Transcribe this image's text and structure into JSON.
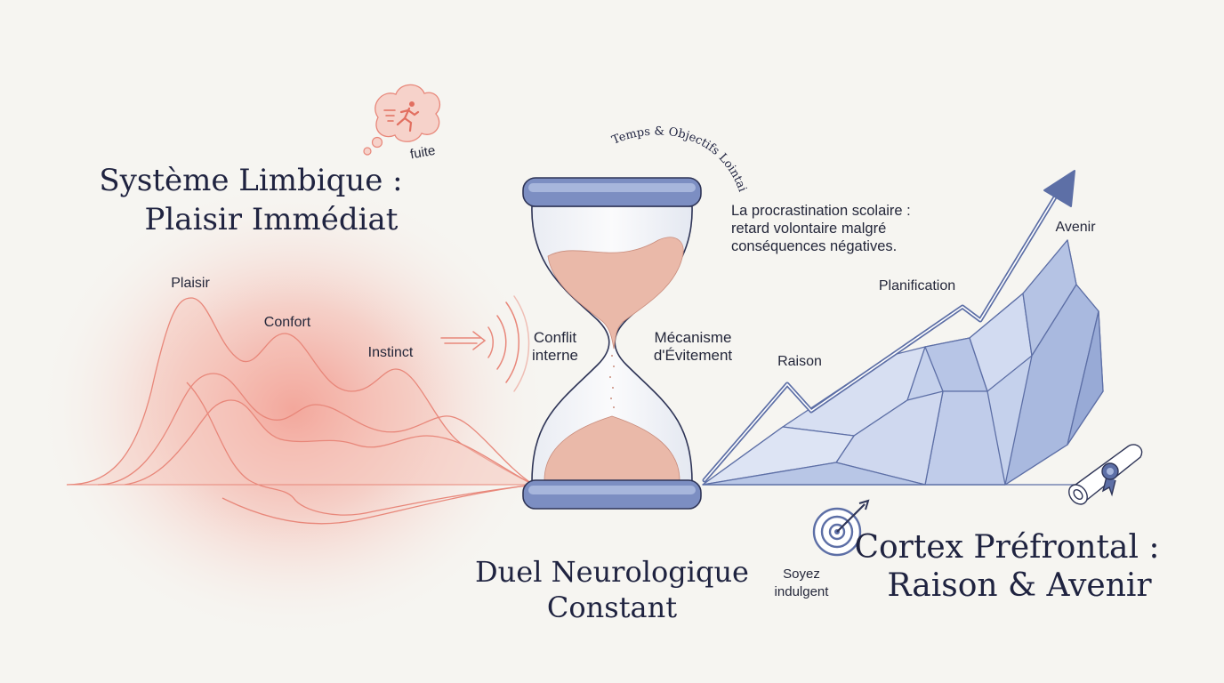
{
  "limbic": {
    "title_line1": "Système Limbique :",
    "title_line2": "Plaisir Immédiat",
    "labels": [
      "Plaisir",
      "Confort",
      "Instinct"
    ],
    "thought_label": "fuite"
  },
  "center": {
    "arc_label": "Temps & Objectifs Lointains",
    "definition": [
      "La procrastination scolaire :",
      "retard volontaire malgré",
      "conséquences négatives."
    ],
    "left_label": [
      "Conflit",
      "interne"
    ],
    "right_label": [
      "Mécanisme",
      "d'Évitement"
    ],
    "title_line1": "Duel Neurologique",
    "title_line2": "Constant"
  },
  "cortex": {
    "labels": [
      "Avenir",
      "Planification",
      "Raison"
    ],
    "target_caption": [
      "Soyez",
      "indulgent"
    ],
    "title_line1": "Cortex Préfrontal :",
    "title_line2": "Raison & Avenir"
  },
  "colors": {
    "limbic": "#ef8c80",
    "cortex": "#5d6fa6",
    "sand": "#e9b8a8",
    "text": "#1f2340"
  },
  "icons": [
    "thought-cloud-icon",
    "running-person-icon",
    "sound-waves-icon",
    "hourglass-icon",
    "arrow-icon",
    "target-icon",
    "diploma-icon"
  ]
}
